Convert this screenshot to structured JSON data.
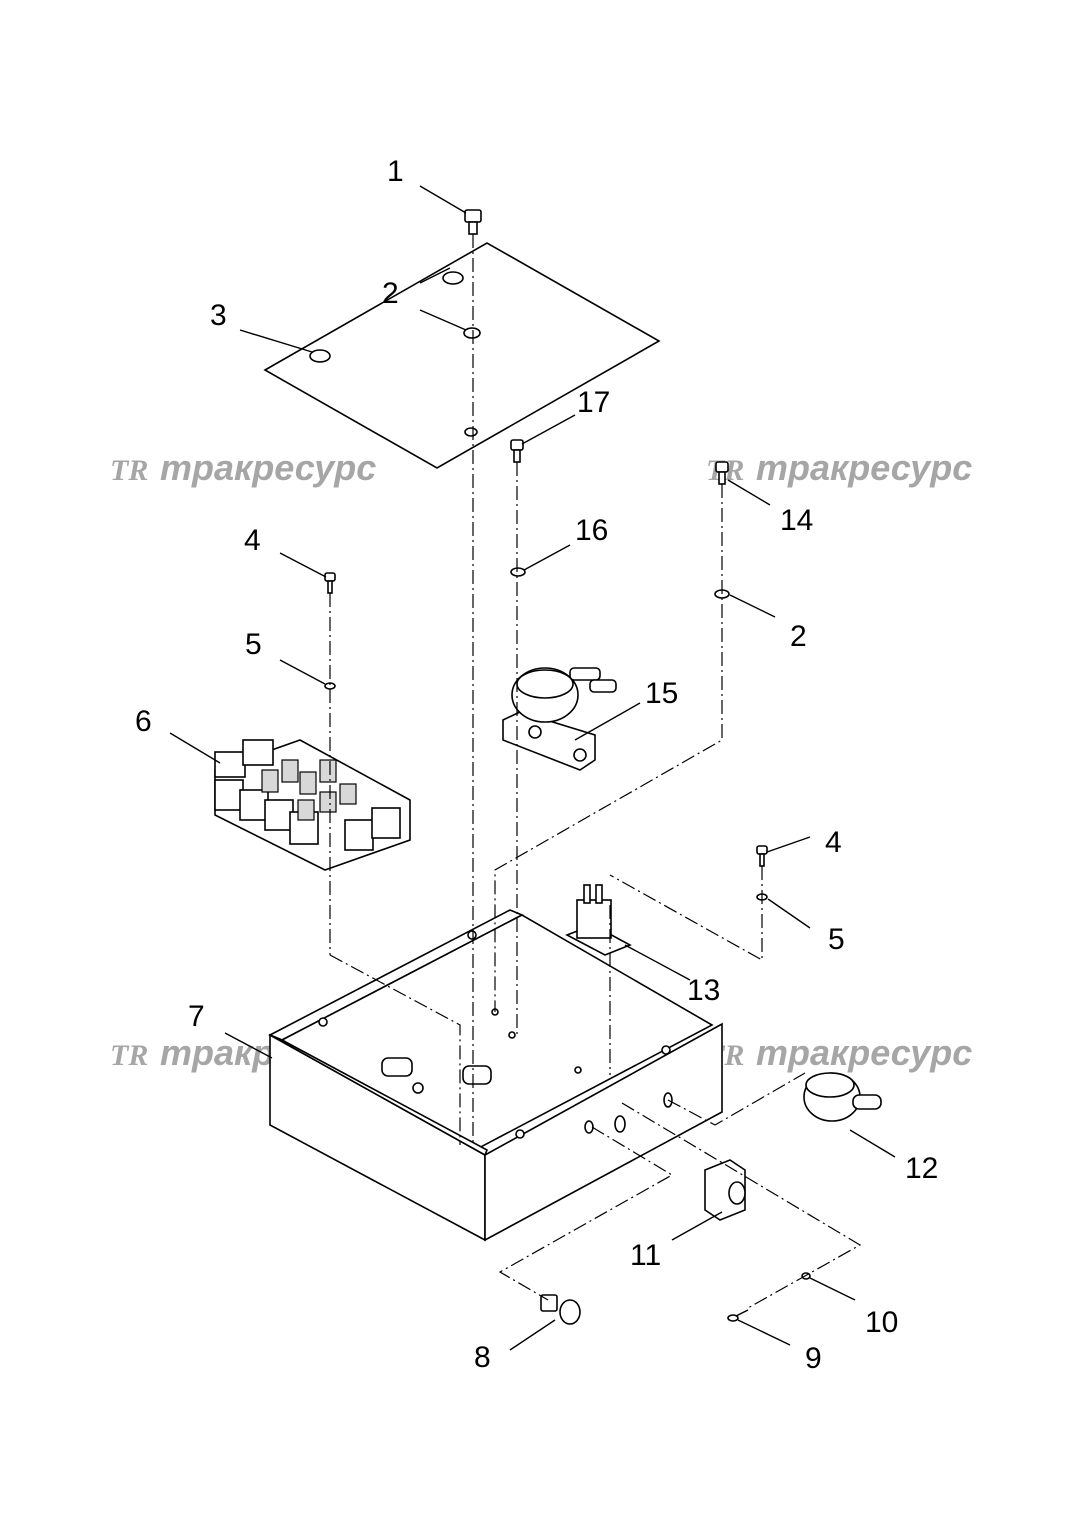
{
  "watermark": {
    "logo": "TR",
    "text": "тракресурс"
  },
  "callouts": [
    "1",
    "2",
    "3",
    "17",
    "14",
    "16",
    "4",
    "2",
    "5",
    "15",
    "6",
    "4",
    "5",
    "13",
    "7",
    "12",
    "11",
    "10",
    "9",
    "8"
  ]
}
